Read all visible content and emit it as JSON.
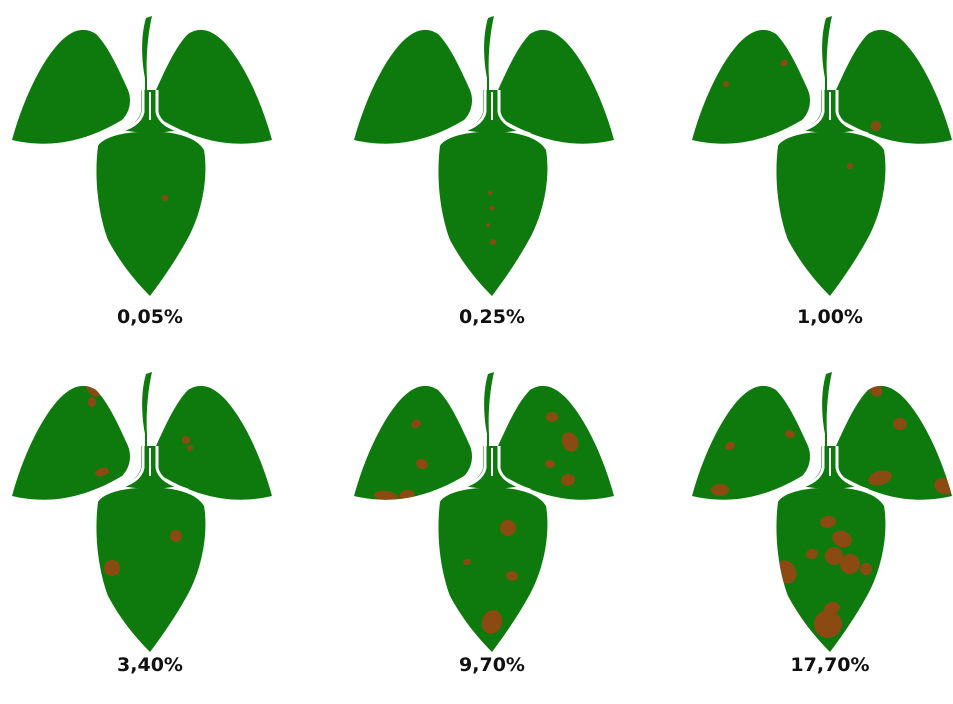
{
  "colors": {
    "leaf": "#0e7a0e",
    "lesion": "#8b4a12",
    "background": "#ffffff"
  },
  "leaves": [
    {
      "label": "0,05%",
      "severity_percent": 0.05
    },
    {
      "label": "0,25%",
      "severity_percent": 0.25
    },
    {
      "label": "1,00%",
      "severity_percent": 1.0
    },
    {
      "label": "3,40%",
      "severity_percent": 3.4
    },
    {
      "label": "9,70%",
      "severity_percent": 9.7
    },
    {
      "label": "17,70%",
      "severity_percent": 17.7
    }
  ]
}
